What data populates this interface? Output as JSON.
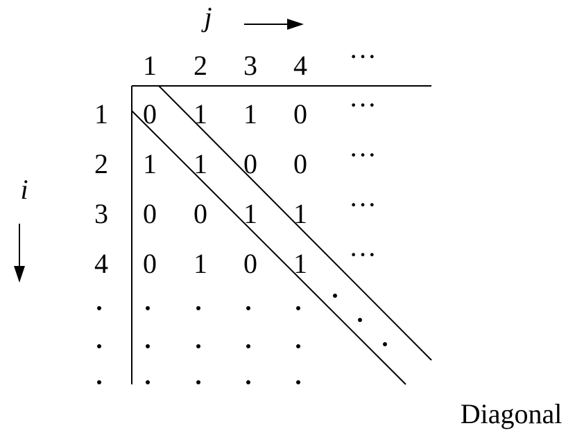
{
  "axis_labels": {
    "column": "j",
    "row": "i"
  },
  "column_headers": [
    "1",
    "2",
    "3",
    "4"
  ],
  "row_headers": [
    "1",
    "2",
    "3",
    "4"
  ],
  "ellipsis": "···",
  "matrix": [
    [
      "0",
      "1",
      "1",
      "0"
    ],
    [
      "1",
      "1",
      "0",
      "0"
    ],
    [
      "0",
      "0",
      "1",
      "1"
    ],
    [
      "0",
      "1",
      "0",
      "1"
    ]
  ],
  "caption": "Diagonal"
}
